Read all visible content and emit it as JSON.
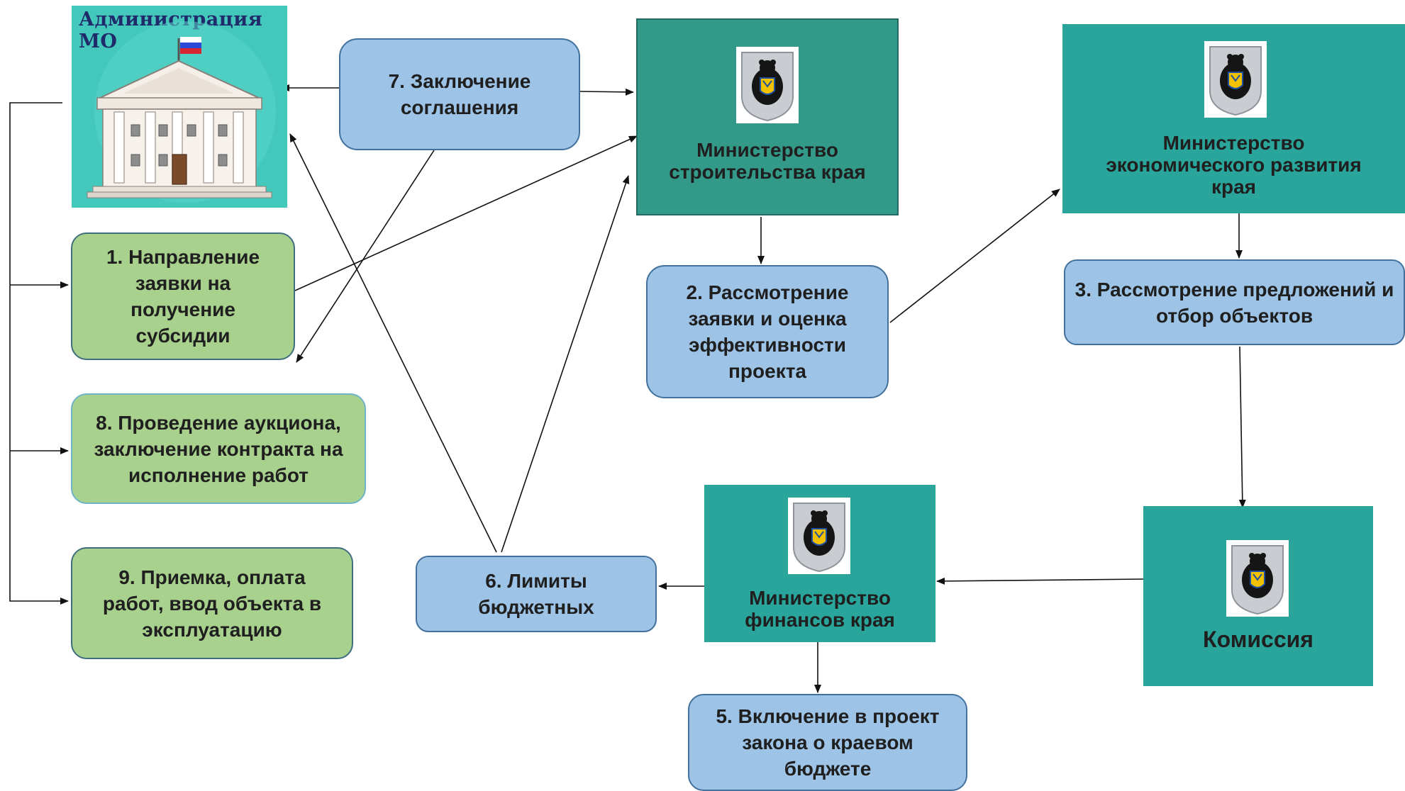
{
  "admin": {
    "title": "Администрация МО",
    "icon": "government-building-icon",
    "flag_icon": "russian-flag-icon"
  },
  "ministries": {
    "construction": {
      "label": "Министерство строительства края",
      "icon": "coat-of-arms-icon"
    },
    "economy": {
      "label": "Министерство экономического развития края",
      "icon": "coat-of-arms-icon"
    },
    "finance": {
      "label": "Министерство финансов края",
      "icon": "coat-of-arms-icon"
    },
    "commission": {
      "label": "Комиссия",
      "icon": "coat-of-arms-icon"
    }
  },
  "steps": {
    "s1": "1. Направление заявки на получение субсидии",
    "s2": "2. Рассмотрение заявки и оценка эффективности проекта",
    "s3": "3. Рассмотрение предложений и отбор объектов",
    "s5": "5. Включение в проект закона о краевом бюджете",
    "s6": "6. Лимиты бюджетных",
    "s7": "7. Заключение соглашения",
    "s8": "8. Проведение аукциона, заключение контракта на исполнение работ",
    "s9": "9. Приемка, оплата работ, ввод объекта в эксплуатацию"
  },
  "colors": {
    "green_box": "#a9d18e",
    "blue_box": "#9dc3e6",
    "teal": "#2aa59c",
    "teal_dark": "#339989",
    "admin_bg": "#45c8bc"
  }
}
